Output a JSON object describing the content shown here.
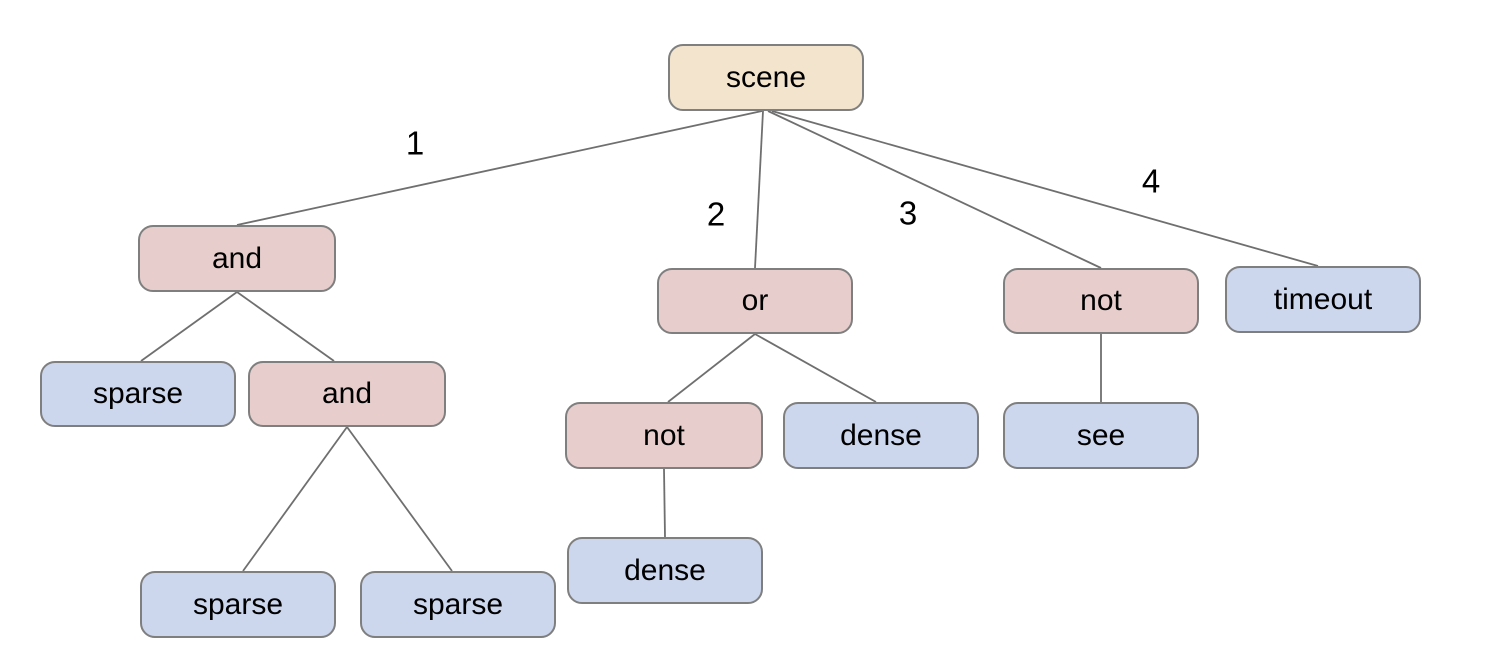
{
  "diagram": {
    "type": "tree",
    "background": "#ffffff",
    "colors": {
      "root-fill": "#f3e5cd",
      "operator-fill": "#e7cecd",
      "leaf-fill": "#ccd7ee",
      "node-border": "#7f7f7f",
      "edge-line": "#6f6f6f",
      "text": "#000000"
    },
    "nodes": {
      "scene": {
        "label": "scene",
        "kind": "root"
      },
      "and1": {
        "label": "and",
        "kind": "operator"
      },
      "or1": {
        "label": "or",
        "kind": "operator"
      },
      "not1": {
        "label": "not",
        "kind": "operator"
      },
      "timeout1": {
        "label": "timeout",
        "kind": "leaf"
      },
      "sparse1": {
        "label": "sparse",
        "kind": "leaf"
      },
      "and2": {
        "label": "and",
        "kind": "operator"
      },
      "not2": {
        "label": "not",
        "kind": "operator"
      },
      "dense1": {
        "label": "dense",
        "kind": "leaf"
      },
      "see1": {
        "label": "see",
        "kind": "leaf"
      },
      "dense2": {
        "label": "dense",
        "kind": "leaf"
      },
      "sparse2": {
        "label": "sparse",
        "kind": "leaf"
      },
      "sparse3": {
        "label": "sparse",
        "kind": "leaf"
      }
    },
    "edge_labels": {
      "e1": "1",
      "e2": "2",
      "e3": "3",
      "e4": "4"
    },
    "structure": [
      {
        "from": "scene",
        "to": "and1",
        "label": "1"
      },
      {
        "from": "scene",
        "to": "or1",
        "label": "2"
      },
      {
        "from": "scene",
        "to": "not1",
        "label": "3"
      },
      {
        "from": "scene",
        "to": "timeout1",
        "label": "4"
      },
      {
        "from": "and1",
        "to": "sparse1"
      },
      {
        "from": "and1",
        "to": "and2"
      },
      {
        "from": "and2",
        "to": "sparse2"
      },
      {
        "from": "and2",
        "to": "sparse3"
      },
      {
        "from": "or1",
        "to": "not2"
      },
      {
        "from": "or1",
        "to": "dense1"
      },
      {
        "from": "not2",
        "to": "dense2"
      },
      {
        "from": "not1",
        "to": "see1"
      }
    ]
  }
}
